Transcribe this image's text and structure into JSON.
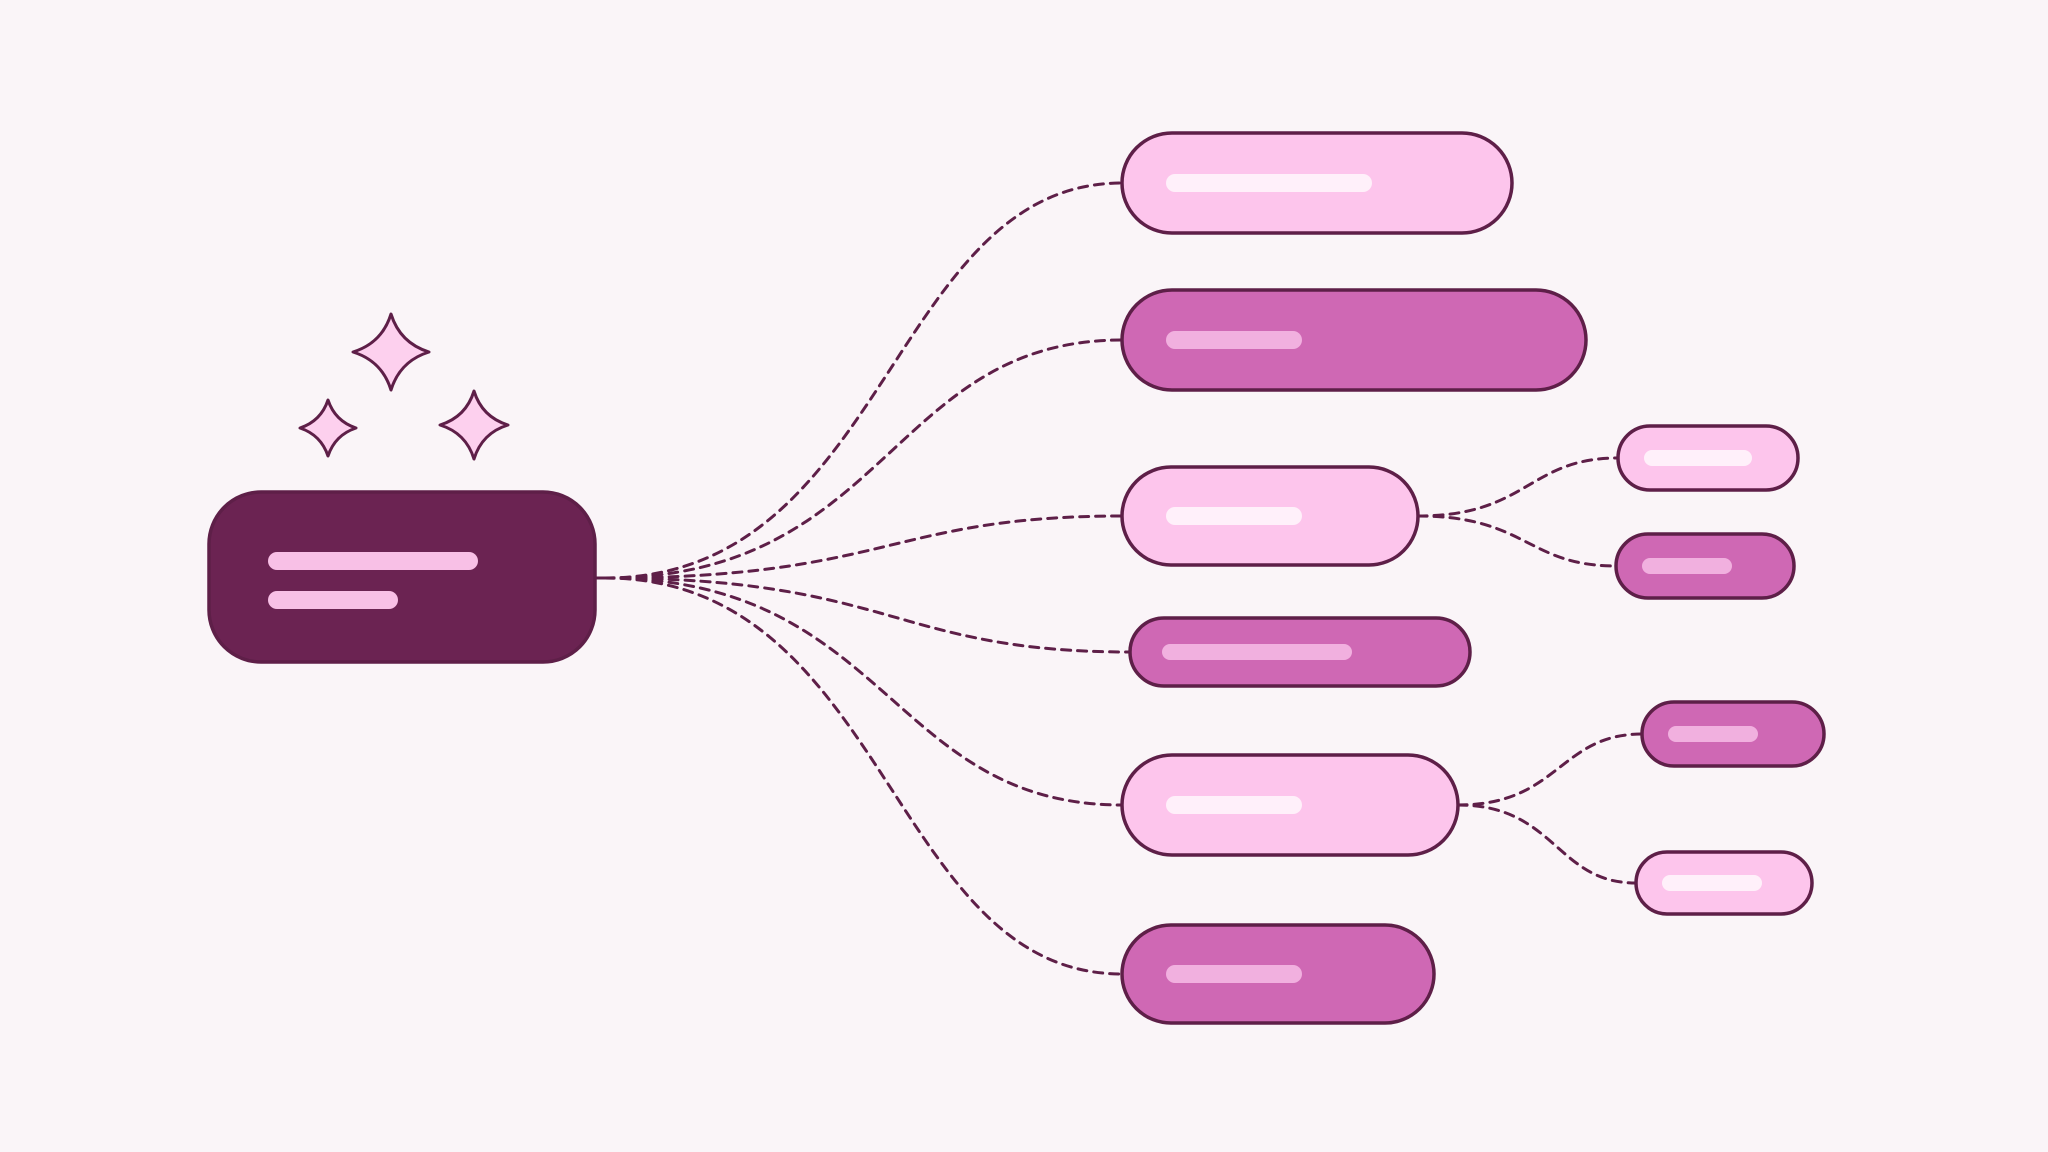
{
  "colors": {
    "background": "#FAF5F8",
    "stroke": "#5E1F48",
    "connector": "#5E1F48",
    "root_fill": "#6B2352",
    "root_bar": "#F8C0E6",
    "light_fill": "#FDC5EC",
    "light_bar": "#FFF0FA",
    "medium_fill": "#CF68B4",
    "medium_bar": "#F1B0DF",
    "sparkle_fill": "#FDD0EE"
  },
  "root": {
    "name": "root-node",
    "text_lines": 2
  },
  "sparkles": [
    {
      "name": "sparkle-icon-large"
    },
    {
      "name": "sparkle-icon-small-left"
    },
    {
      "name": "sparkle-icon-small-right"
    }
  ],
  "branches": [
    {
      "name": "branch-node-1",
      "variant": "light",
      "children": []
    },
    {
      "name": "branch-node-2",
      "variant": "medium",
      "children": []
    },
    {
      "name": "branch-node-3",
      "variant": "light",
      "children": [
        {
          "name": "leaf-node-3a",
          "variant": "light"
        },
        {
          "name": "leaf-node-3b",
          "variant": "medium"
        }
      ]
    },
    {
      "name": "branch-node-4",
      "variant": "medium",
      "children": []
    },
    {
      "name": "branch-node-5",
      "variant": "light",
      "children": [
        {
          "name": "leaf-node-5a",
          "variant": "medium"
        },
        {
          "name": "leaf-node-5b",
          "variant": "light"
        }
      ]
    },
    {
      "name": "branch-node-6",
      "variant": "medium",
      "children": []
    }
  ]
}
